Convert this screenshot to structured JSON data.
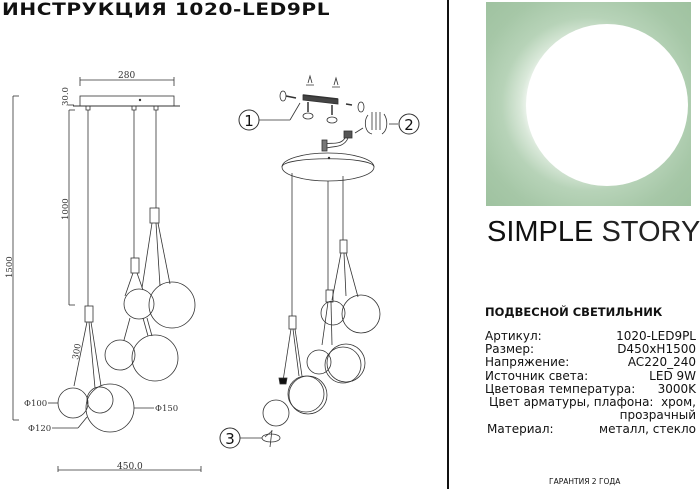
{
  "header": {
    "title": "ИНСТРУКЦИЯ 1020-LED9PL"
  },
  "drawing": {
    "dimensions": {
      "canopy_width": "280",
      "canopy_height": "30.0",
      "cord_length": "1000",
      "total_height": "1500",
      "cluster_length": "300",
      "overall_width": "450.0",
      "shade_small": "Φ100",
      "shade_medium": "Φ120",
      "shade_large": "Φ150"
    },
    "assembly_steps": [
      {
        "number": "1"
      },
      {
        "number": "2"
      },
      {
        "number": "3"
      }
    ]
  },
  "brand": {
    "name_bold": "SIMPLE",
    "name_light": "STORY",
    "logo_color": "#a6c7a7"
  },
  "product": {
    "type": "ПОДВЕСНОЙ СВЕТИЛЬНИК",
    "specs": [
      {
        "label": "Артикул:",
        "value": "1020-LED9PL"
      },
      {
        "label": "Размер:",
        "value": "D450xH1500"
      },
      {
        "label": "Напряжение:",
        "value": "AC220_240"
      },
      {
        "label": "Источник света:",
        "value": "LED 9W"
      },
      {
        "label": "Цветовая температура:",
        "value": "3000K"
      },
      {
        "label": "Цвет арматуры, плафона:",
        "value": "хром,",
        "value_line2": "прозрачный"
      },
      {
        "label": "Материал:",
        "value": "металл, стекло"
      }
    ],
    "warranty": "ГАРАНТИЯ 2 ГОДА"
  }
}
